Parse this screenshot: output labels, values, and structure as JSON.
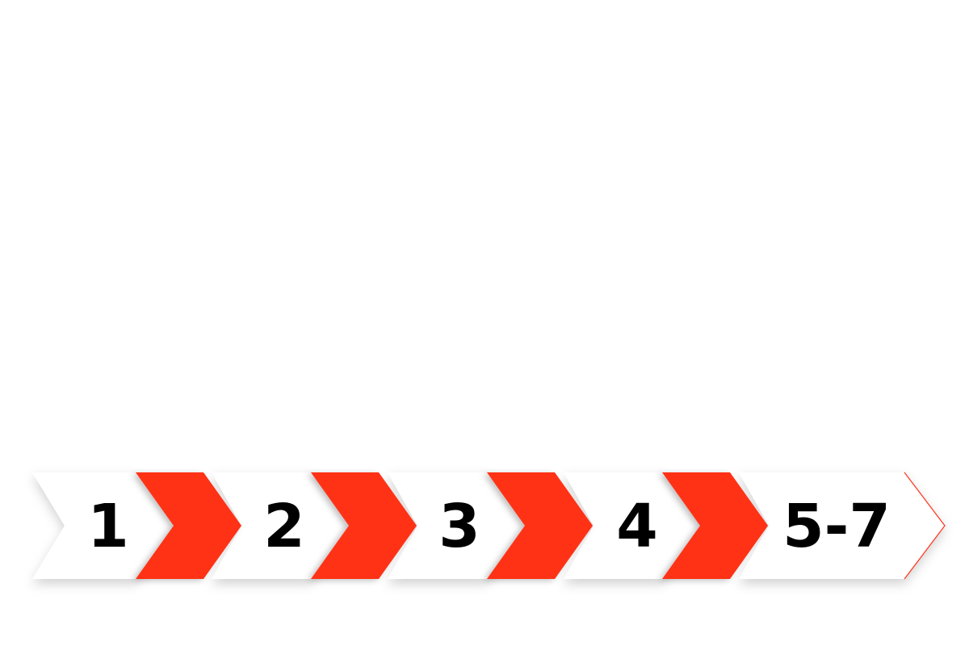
{
  "colors": {
    "background": "#ffffff",
    "card": "#ffffff",
    "accent": "#ff3319",
    "accent_dark": "#d92a12",
    "text": "#000000"
  },
  "steps": [
    {
      "label": "1"
    },
    {
      "label": "2"
    },
    {
      "label": "3"
    },
    {
      "label": "4"
    },
    {
      "label": "5-7"
    }
  ]
}
